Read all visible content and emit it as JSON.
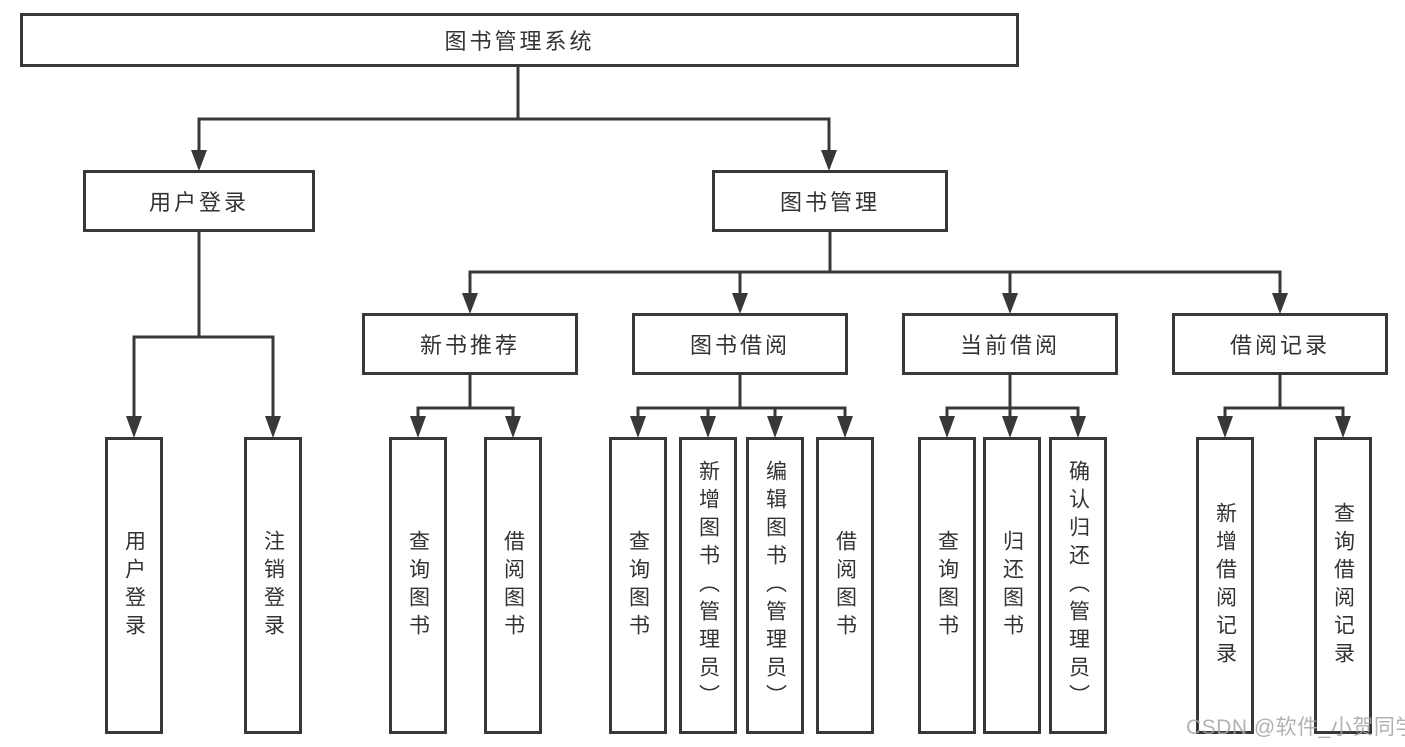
{
  "diagram_title": "图书管理系统",
  "tree": {
    "root": {
      "label": "图书管理系统",
      "children": [
        {
          "label": "用户登录",
          "children": [
            {
              "label": "用户登录"
            },
            {
              "label": "注销登录"
            }
          ]
        },
        {
          "label": "图书管理",
          "children": [
            {
              "label": "新书推荐",
              "children": [
                {
                  "label": "查询图书"
                },
                {
                  "label": "借阅图书"
                }
              ]
            },
            {
              "label": "图书借阅",
              "children": [
                {
                  "label": "查询图书"
                },
                {
                  "label": "新增图书（管理员）"
                },
                {
                  "label": "编辑图书（管理员）"
                },
                {
                  "label": "借阅图书"
                }
              ]
            },
            {
              "label": "当前借阅",
              "children": [
                {
                  "label": "查询图书"
                },
                {
                  "label": "归还图书"
                },
                {
                  "label": "确认归还（管理员）"
                }
              ]
            },
            {
              "label": "借阅记录",
              "children": [
                {
                  "label": "新增借阅记录"
                },
                {
                  "label": "查询借阅记录"
                }
              ]
            }
          ]
        }
      ]
    }
  },
  "watermark": "CSDN @软件_小贺同学",
  "colors": {
    "line": "#383838",
    "text": "#333333",
    "background": "#ffffff",
    "watermark": "#a5a5a5"
  }
}
